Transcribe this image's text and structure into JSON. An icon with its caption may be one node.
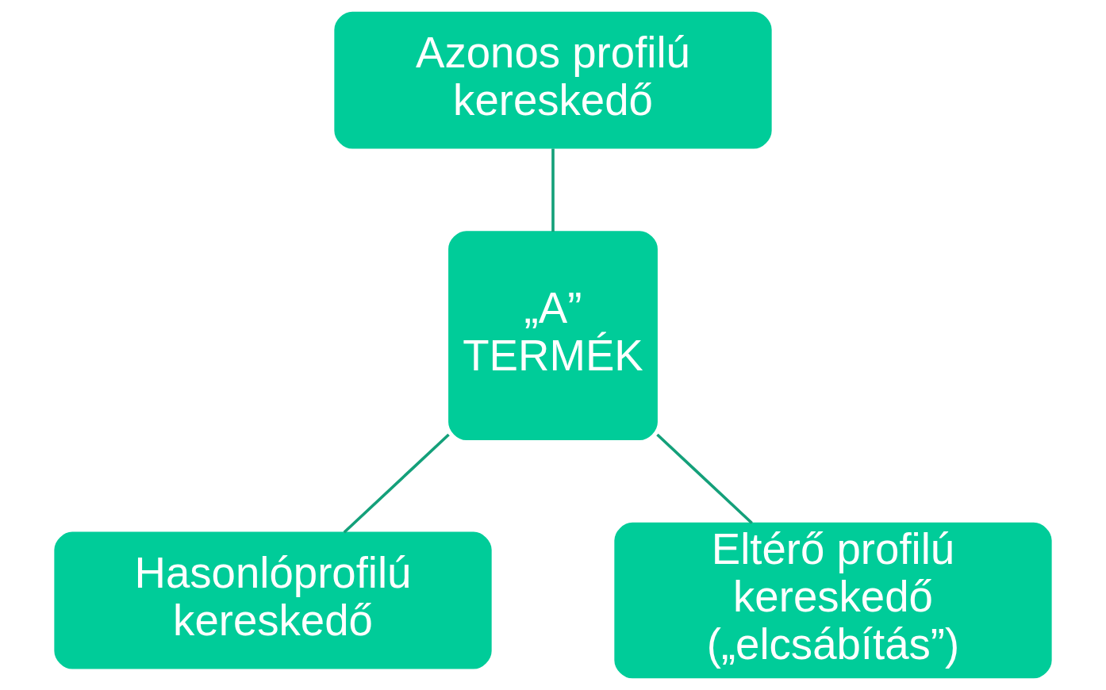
{
  "diagram": {
    "nodes": [
      {
        "text": [
          "Azonos profilú kereskedő"
        ]
      },
      {
        "text": [
          "„A” TERMÉK"
        ]
      },
      {
        "text": [
          "Hasonlóprofilú kereskedő"
        ]
      },
      {
        "text": [
          "Eltérő profilú kereskedő („elcsábítás”)"
        ]
      }
    ],
    "edges": [
      {
        "from": 0,
        "to": 1,
        "arrow": "none"
      },
      {
        "from": 1,
        "to": 2,
        "arrow": "none"
      },
      {
        "from": 1,
        "to": 3,
        "arrow": "none"
      }
    ]
  }
}
